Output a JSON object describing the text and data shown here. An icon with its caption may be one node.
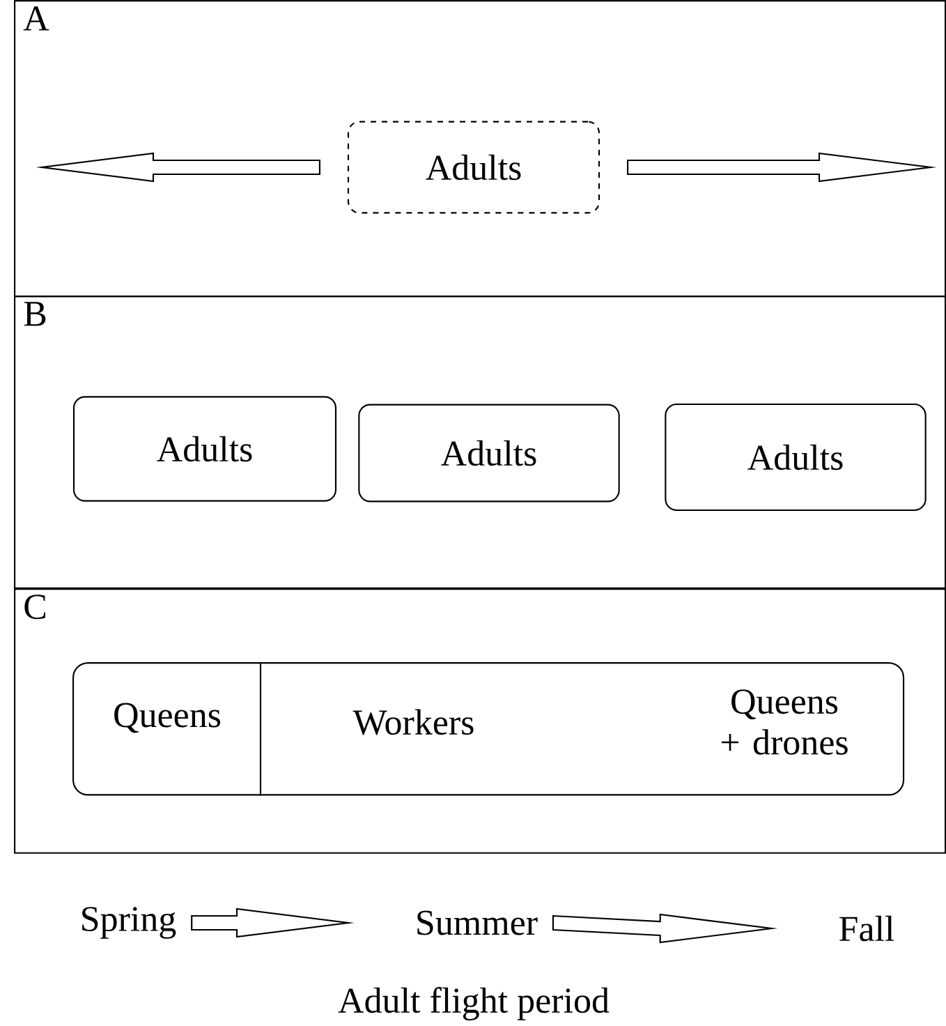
{
  "diagram": {
    "caption": "Adult flight period",
    "nodes": [
      {
        "text": [
          "A"
        ]
      },
      {
        "text": [
          "Adults"
        ],
        "in": 0
      },
      {
        "text": [
          "B"
        ]
      },
      {
        "text": [
          "Adults"
        ],
        "in": 2
      },
      {
        "text": [
          "Adults"
        ],
        "in": 2
      },
      {
        "text": [
          "Adults"
        ],
        "in": 2
      },
      {
        "text": [
          "C"
        ]
      },
      {
        "text": [
          "Queens",
          "Workers",
          "Queens + drones"
        ],
        "in": 6
      },
      {
        "text": [
          "Spring"
        ]
      },
      {
        "text": [
          "Summer"
        ]
      },
      {
        "text": [
          "Fall"
        ]
      }
    ],
    "edges": [
      {
        "from": 1,
        "to": null,
        "arrow": "to"
      },
      {
        "from": 1,
        "to": null,
        "arrow": "to"
      },
      {
        "from": 8,
        "to": 9,
        "arrow": "to"
      },
      {
        "from": 9,
        "to": 10,
        "arrow": "to"
      }
    ]
  }
}
